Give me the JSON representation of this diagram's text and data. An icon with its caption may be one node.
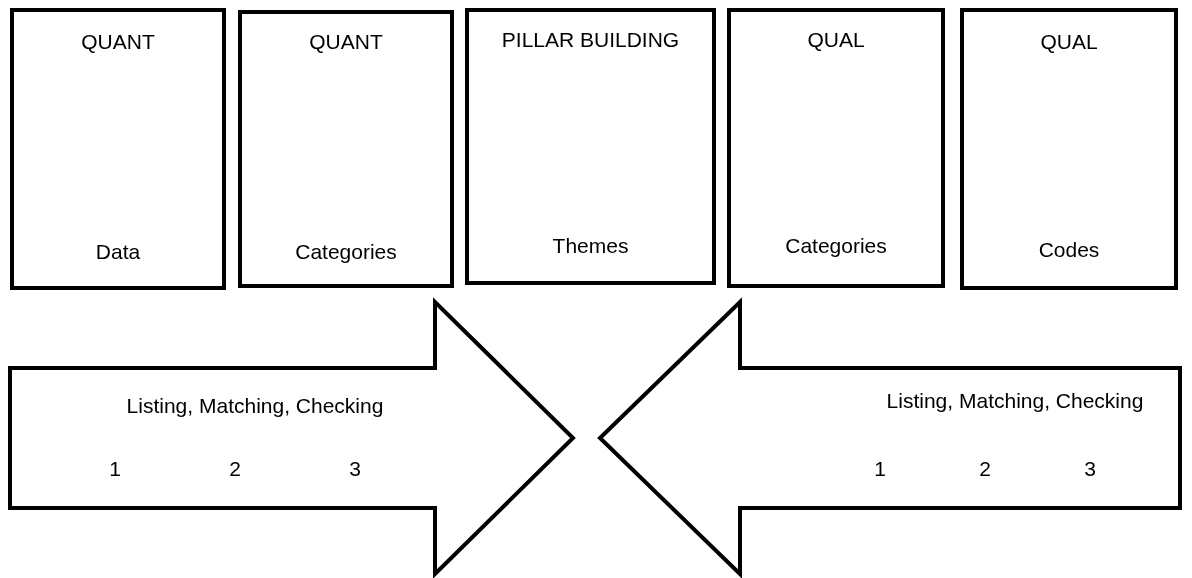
{
  "diagram": {
    "nodes": [
      {
        "text": [
          "QUANT",
          "Data"
        ]
      },
      {
        "text": [
          "QUANT",
          "Categories"
        ]
      },
      {
        "text": [
          "PILLAR BUILDING",
          "Themes"
        ]
      },
      {
        "text": [
          "QUAL",
          "Categories"
        ]
      },
      {
        "text": [
          "QUAL",
          "Codes"
        ]
      },
      {
        "text": [
          "Listing, Matching, Checking",
          "1",
          "2",
          "3"
        ]
      },
      {
        "text": [
          "Listing, Matching, Checking",
          "1",
          "2",
          "3"
        ]
      }
    ]
  }
}
